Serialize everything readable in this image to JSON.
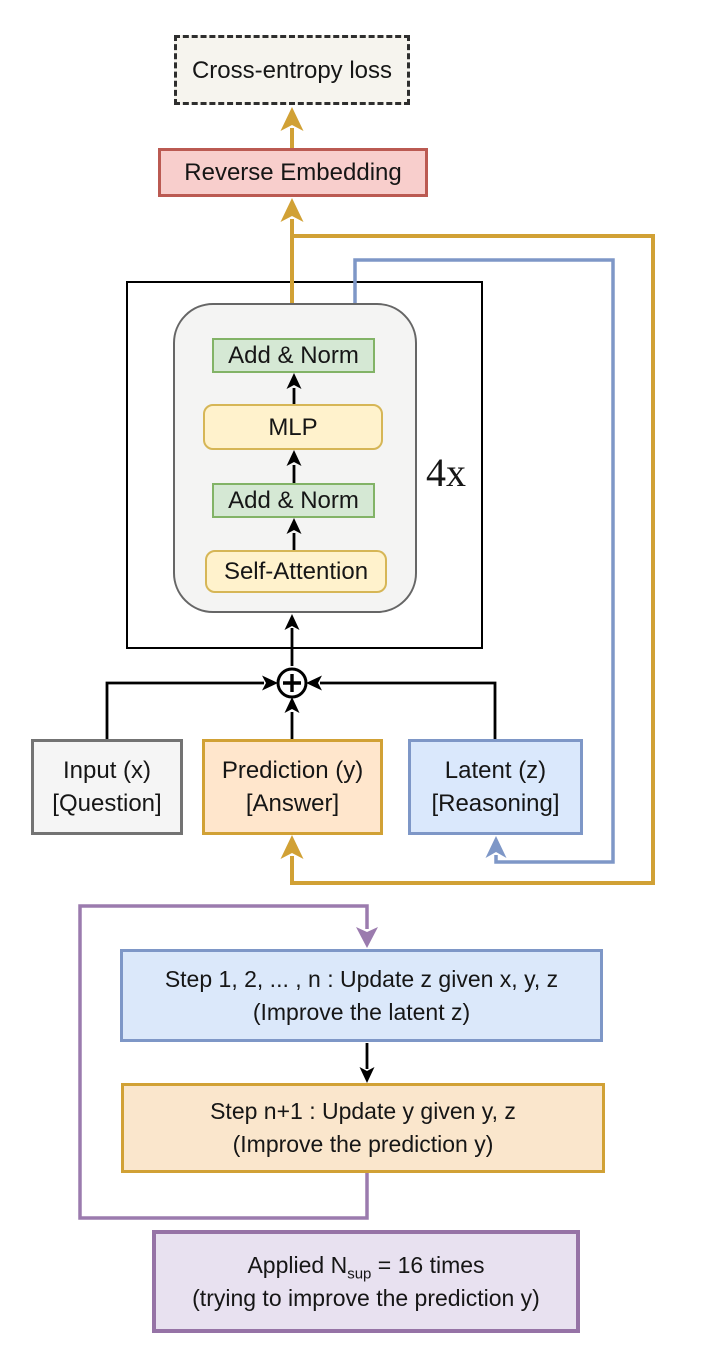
{
  "palette": {
    "line_black": "#000000",
    "gold": "#D1A135",
    "blue": "#7E97C7",
    "purple": "#9B7BAE",
    "text": "#161616",
    "green_fill": "#D5E8D4",
    "green_border": "#82B366",
    "yellow_fill": "#FFF2CC",
    "yellow_border": "#D6B656",
    "pink_fill": "#F8CECC",
    "pink_border": "#BB5A52",
    "orange_fill": "#FFE6CC",
    "blue_fill": "#DAE8FC",
    "purple_fill": "#E8E1F0",
    "gray_fill": "#F5F5F5",
    "gray_border": "#737373",
    "cream_fill": "#F6F4EE"
  },
  "loss_box": {
    "label": "Cross-entropy loss"
  },
  "reverse_embedding_box": {
    "label": "Reverse Embedding"
  },
  "transformer_block": {
    "repeat_label": "4x",
    "add_norm_top": {
      "label": "Add & Norm"
    },
    "mlp": {
      "label": "MLP"
    },
    "add_norm_bottom": {
      "label": "Add & Norm"
    },
    "self_attention": {
      "label": "Self-Attention"
    }
  },
  "state_boxes": {
    "input": {
      "line1": "Input (x)",
      "line2": "[Question]"
    },
    "prediction": {
      "line1": "Prediction (y)",
      "line2": "[Answer]"
    },
    "latent": {
      "line1": "Latent (z)",
      "line2": "[Reasoning]"
    }
  },
  "recursion_loop": {
    "update_z": {
      "line1": "Step 1, 2, ... , n : Update z given x, y, z",
      "line2": "(Improve the latent z)"
    },
    "update_y": {
      "line1": "Step n+1 : Update y given y, z",
      "line2": "(Improve the prediction y)"
    },
    "applied": {
      "line1_prefix": "Applied N",
      "line1_sub": "sup",
      "line1_suffix": " = 16 times",
      "line2": "(trying to improve the prediction y)"
    }
  }
}
